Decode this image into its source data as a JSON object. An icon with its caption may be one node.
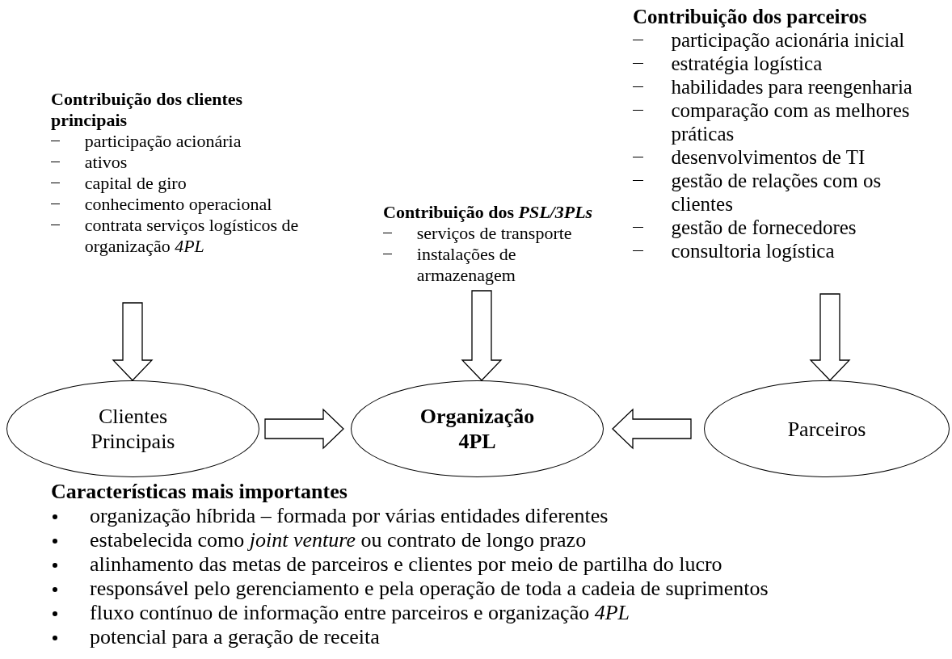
{
  "diagram": {
    "nodes": [
      {
        "text": [
          "Contribuição dos clientes principais",
          "participação acionária",
          "ativos",
          "capital de giro",
          "conhecimento operacional",
          "contrata serviços logísticos de organização *4PL*"
        ]
      },
      {
        "text": [
          "Contribuição dos *PSL/3PLs*",
          "serviços de transporte",
          "instalações de armazenagem"
        ]
      },
      {
        "text": [
          "Contribuição dos parceiros",
          "participação acionária inicial",
          "estratégia logística",
          "habilidades para reengenharia",
          "comparação com as melhores práticas",
          "desenvolvimentos de TI",
          "gestão de relações com os clientes",
          "gestão de fornecedores",
          "consultoria logística"
        ]
      },
      {
        "text": [
          "Clientes Principais"
        ]
      },
      {
        "text": [
          "Organização 4PL"
        ]
      },
      {
        "text": [
          "Parceiros"
        ]
      }
    ],
    "edges": [
      {
        "from": 0,
        "to": 3,
        "arrow": "to"
      },
      {
        "from": 1,
        "to": 4,
        "arrow": "to"
      },
      {
        "from": 2,
        "to": 5,
        "arrow": "to"
      },
      {
        "from": 3,
        "to": 4,
        "arrow": "to"
      },
      {
        "from": 5,
        "to": 4,
        "arrow": "to"
      }
    ],
    "labels": [
      "Características mais importantes",
      "organização híbrida – formada por várias entidades diferentes",
      "estabelecida como *joint venture* ou contrato de longo prazo",
      "alinhamento das metas de parceiros e clientes por meio de partilha do lucro",
      "responsável pelo gerenciamento e pela operação de toda a cadeia de suprimentos",
      "fluxo contínuo de informação entre parceiros e organização *4PL*",
      "potencial para a geração de receita"
    ]
  }
}
